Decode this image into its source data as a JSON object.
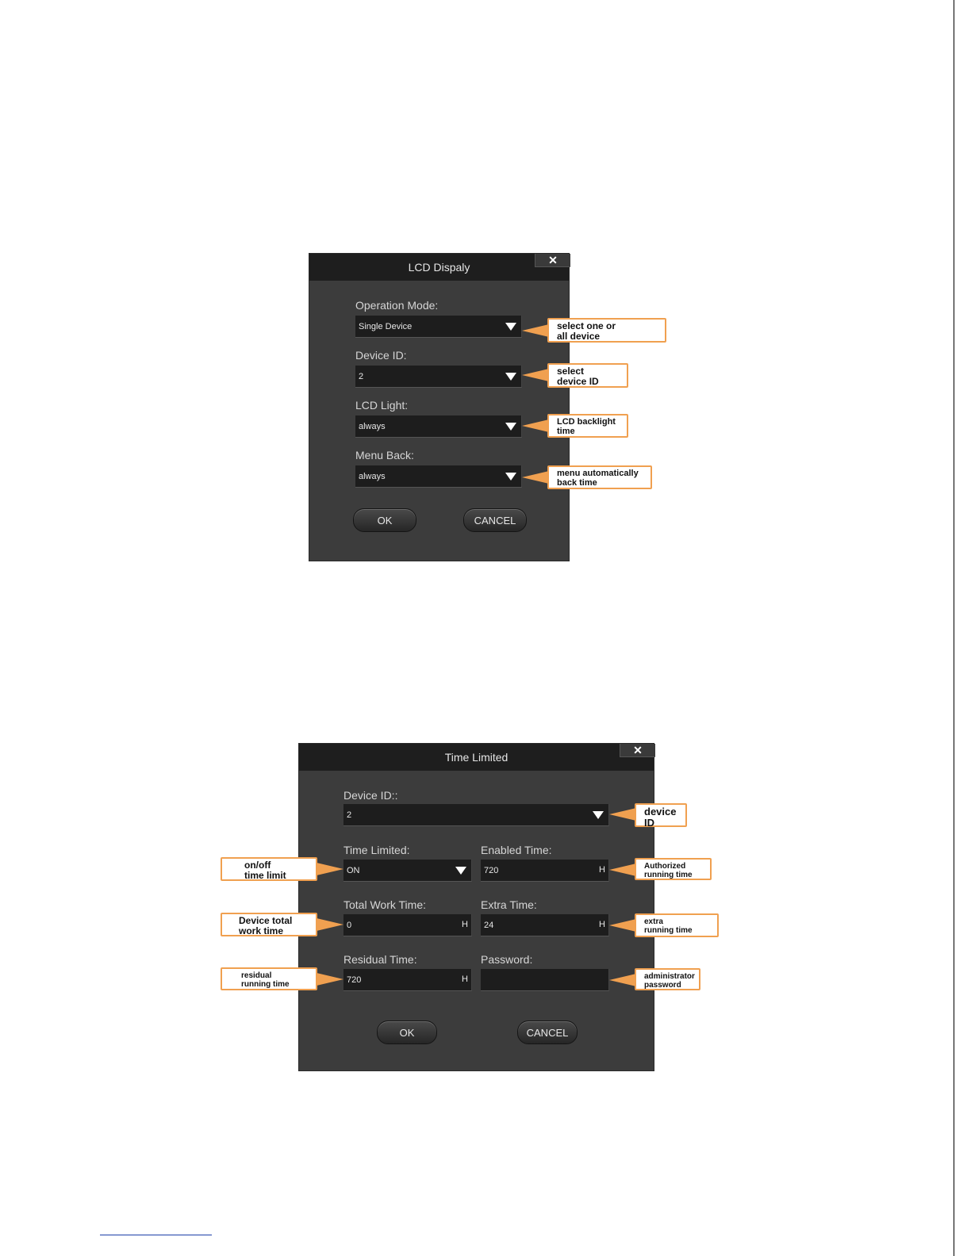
{
  "lcd_dialog": {
    "title": "LCD Dispaly",
    "close_glyph": "✕",
    "fields": [
      {
        "label": "Operation Mode:",
        "value": "Single Device"
      },
      {
        "label": "Device ID:",
        "value": "2"
      },
      {
        "label": "LCD Light:",
        "value": "always"
      },
      {
        "label": "Menu Back:",
        "value": "always"
      }
    ],
    "ok_label": "OK",
    "cancel_label": "CANCEL",
    "callouts": [
      "select one or\nall device",
      "select\ndevice ID",
      "LCD backlight\ntime",
      "menu automatically\nback time"
    ]
  },
  "time_dialog": {
    "title": "Time Limited",
    "close_glyph": "✕",
    "device_id": {
      "label": "Device ID::",
      "value": "2"
    },
    "time_limited": {
      "label": "Time Limited:",
      "value": "ON"
    },
    "enabled_time": {
      "label": "Enabled Time:",
      "value": "720",
      "unit": "H"
    },
    "total_work_time": {
      "label": "Total Work Time:",
      "value": "0",
      "unit": "H"
    },
    "extra_time": {
      "label": "Extra Time:",
      "value": "24",
      "unit": "H"
    },
    "residual_time": {
      "label": "Residual Time:",
      "value": "720",
      "unit": "H"
    },
    "password": {
      "label": "Password:",
      "value": ""
    },
    "ok_label": "OK",
    "cancel_label": "CANCEL",
    "callouts": {
      "device_id": "device\nID",
      "on_off": "on/off\ntime limit",
      "authorized": "Authorized\nrunning time",
      "total_work": "Device total\nwork time",
      "extra": "extra\nrunning time",
      "residual": "residual\nrunning time",
      "admin": "administrator\npassword"
    }
  },
  "icons": {
    "dropdown": "triangle-down-icon",
    "close": "close-icon"
  }
}
